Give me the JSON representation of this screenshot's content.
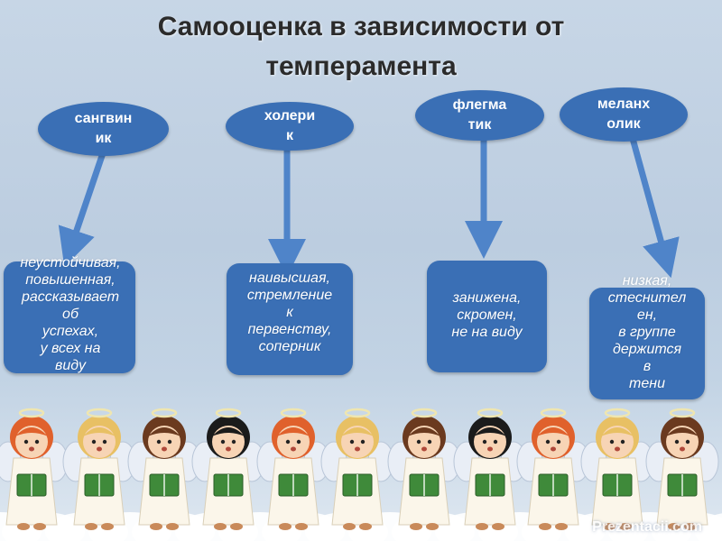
{
  "title": "Самооценка в зависимости от\nтемперамента",
  "colors": {
    "node": "#3a6fb5",
    "arrow": "#4f84c9",
    "background": "#c3d4e6"
  },
  "types": [
    {
      "name": "сангвин\nик",
      "description": "неустойчивая,\nповышенная,\nрассказывает\nоб\nуспехах,\nу всех на\nвиду"
    },
    {
      "name": "холери\nк",
      "description": "наивысшая,\nстремление\nк\nпервенству,\nсоперник"
    },
    {
      "name": "флегма\nтик",
      "description": "занижена,\nскромен,\nне на виду"
    },
    {
      "name": "меланх\nолик",
      "description": "низкая,\nстеснител\nен,\nв группе\nдержится\nв\nтени"
    }
  ],
  "illustration": {
    "description_icon": "choir-angels-icon"
  },
  "watermark": "Prezentacii.com"
}
